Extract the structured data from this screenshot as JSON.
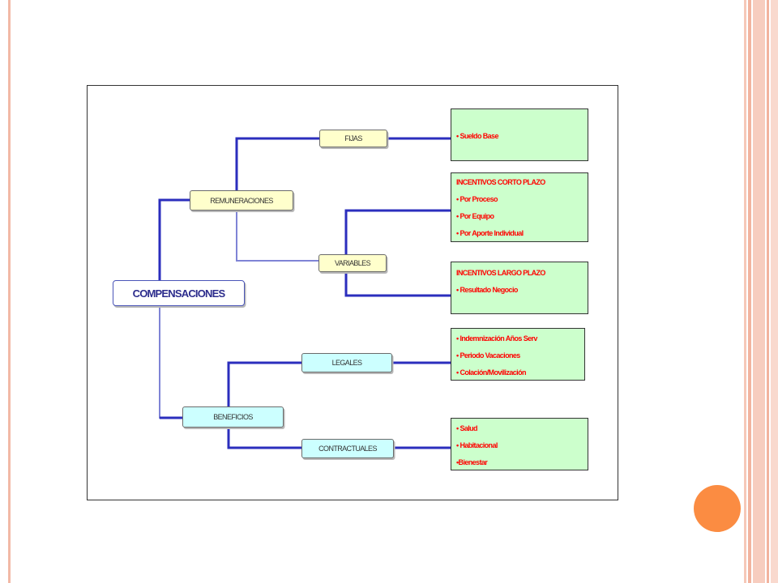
{
  "diagram": {
    "root": "COMPENSACIONES",
    "remuneraciones": {
      "label": "REMUNERACIONES",
      "fijas": {
        "label": "FIJAS",
        "items": [
          "• Sueldo Base"
        ]
      },
      "variables": {
        "label": "VARIABLES",
        "corto_plazo": [
          "INCENTIVOS CORTO PLAZO",
          "• Por Proceso",
          "• Por Equipo",
          "• Por Aporte Individual"
        ],
        "largo_plazo": [
          "INCENTIVOS LARGO PLAZO",
          "• Resultado Negocio"
        ]
      }
    },
    "beneficios": {
      "label": "BENEFICIOS",
      "legales": {
        "label": "LEGALES",
        "items": [
          "• Indemnización Años Serv",
          "• Periodo Vacaciones",
          "• Colación/Movilización"
        ]
      },
      "contractuales": {
        "label": "CONTRACTUALES",
        "items": [
          "• Salud",
          "• Habitacional",
          "•Bienestar"
        ]
      }
    },
    "colors": {
      "connector_dark": "#2b2ebd",
      "connector_light": "#7f84d6",
      "node_yellow": "#ffffcc",
      "node_cyan": "#ccffff",
      "leaf_green": "#ccffcc",
      "leaf_text": "#ff0000",
      "accent_orange": "#fb8c42",
      "slide_stripe": "#f2b39e"
    }
  }
}
